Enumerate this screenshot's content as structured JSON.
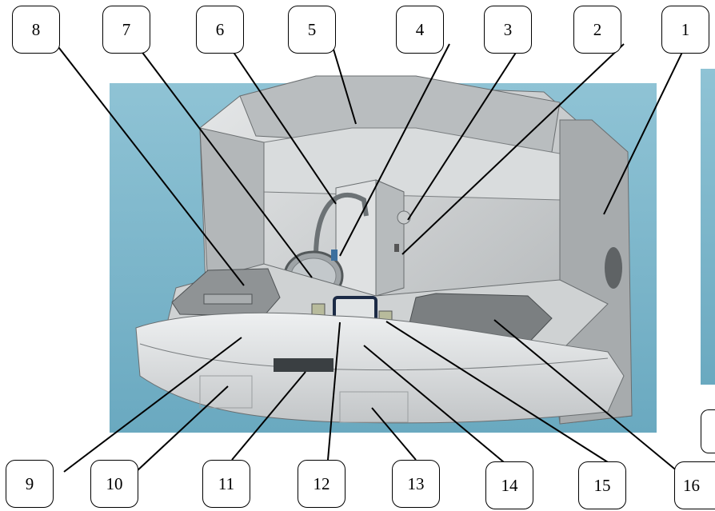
{
  "callouts": {
    "c1": "1",
    "c2": "2",
    "c3": "3",
    "c4": "4",
    "c5": "5",
    "c6": "6",
    "c7": "7",
    "c8": "8",
    "c9": "9",
    "c10": "10",
    "c11": "11",
    "c12": "12",
    "c13": "13",
    "c14": "14",
    "c15": "15",
    "c16": "16"
  },
  "colors": {
    "background_panel": "#8ec0d2",
    "machine_body": "#c8cbcc",
    "machine_shadow": "#8d9193",
    "tray": "#7e8284",
    "leader_line": "#000000"
  },
  "icons": [
    "machine-illustration"
  ]
}
